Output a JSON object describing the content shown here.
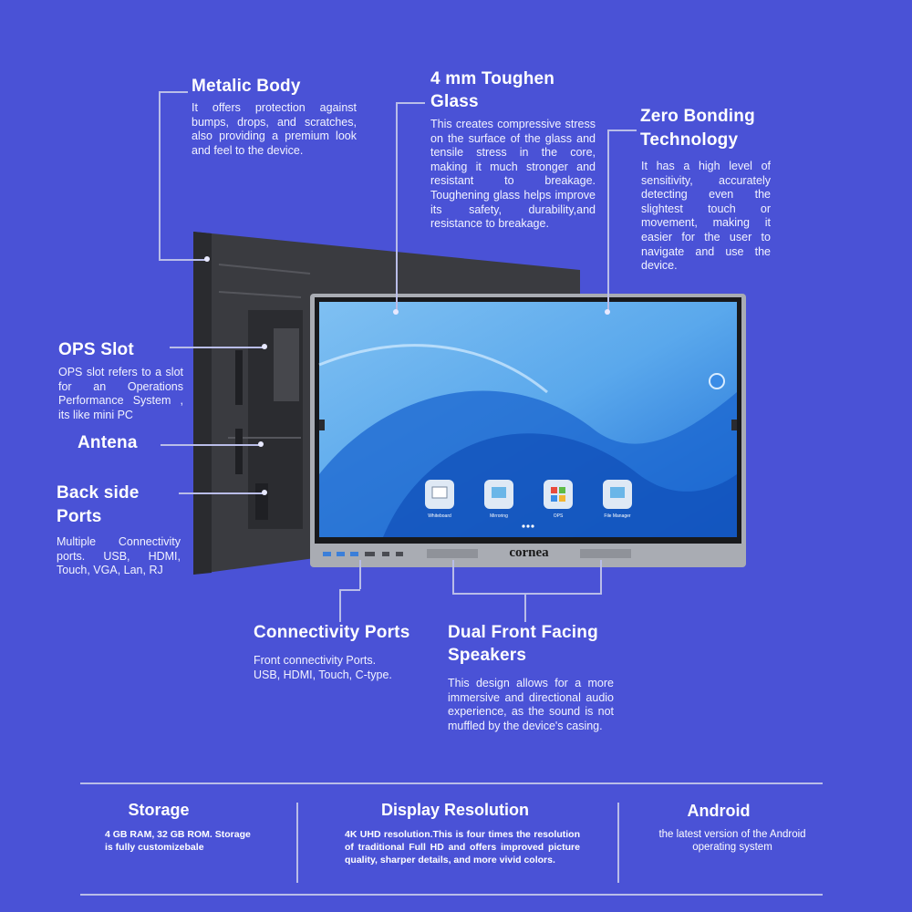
{
  "features": {
    "metalic": {
      "title": "Metalic Body",
      "desc": "It offers protection against bumps, drops, and scratches, also providing a premium look and feel to the device."
    },
    "glass": {
      "title1": "4 mm Toughen",
      "title2": "Glass",
      "desc": "This creates compressive stress on the surface of the glass and tensile stress in the core, making it much stronger and resistant to breakage. Toughening glass helps improve its safety, durability,and resistance to breakage."
    },
    "zero": {
      "title1": "Zero Bonding",
      "title2": "Technology",
      "desc": "It has a high level of sensitivity, accurately detecting even the slightest touch or movement, making it easier for the user to navigate and use the device."
    },
    "ops": {
      "title": "OPS Slot",
      "desc": "OPS slot refers to a slot for an Operations Performance System , its like mini PC"
    },
    "antena": {
      "title": "Antena"
    },
    "backports": {
      "title1": "Back side",
      "title2": "Ports",
      "desc": "Multiple Connectivity ports. USB, HDMI, Touch, VGA, Lan, RJ"
    },
    "connectivity": {
      "title": "Connectivity Ports",
      "desc1": "Front connectivity Ports.",
      "desc2": "USB, HDMI, Touch, C-type."
    },
    "speakers": {
      "title1": "Dual Front Facing",
      "title2": "Speakers",
      "desc": "This design allows for a more immersive and directional audio experience, as the sound is not muffled by the device's casing."
    }
  },
  "device": {
    "brand": "cornea",
    "apps": [
      {
        "label": "Whiteboard",
        "color": "#ffffff"
      },
      {
        "label": "Mirroring",
        "color": "#6ab6e8"
      },
      {
        "label": "OPS",
        "color": "#ffffff"
      },
      {
        "label": "File Manager",
        "color": "#6ab6e8"
      }
    ]
  },
  "specs": [
    {
      "title": "Storage",
      "desc": "4 GB RAM, 32 GB ROM. Storage is fully customizebale"
    },
    {
      "title": "Display Resolution",
      "desc": "4K UHD resolution.This is four times the resolution of traditional Full HD and offers improved picture quality, sharper details, and more vivid colors."
    },
    {
      "title": "Android",
      "desc": "the latest version of the Android operating system"
    }
  ]
}
